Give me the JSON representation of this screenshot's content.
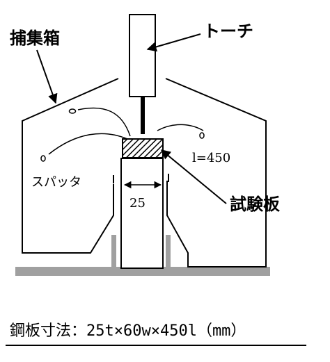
{
  "labels": {
    "torch": "トーチ",
    "collector": "捕集箱",
    "spatter": "スパッタ",
    "test_plate": "試験板",
    "length": "l=450",
    "width": "25"
  },
  "caption": "鋼板寸法：25t×60w×450l（mm）",
  "colors": {
    "line": "#000000",
    "base": "#a0a0a0",
    "background": "#ffffff"
  }
}
